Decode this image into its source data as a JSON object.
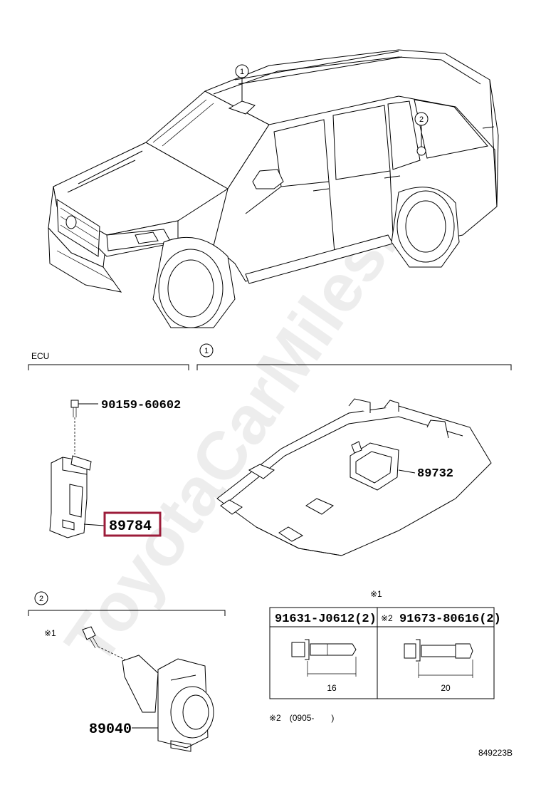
{
  "watermark": "ToyotaCarMiles.ru",
  "sections": {
    "ecu": {
      "label": "ECU"
    },
    "callout_1": {
      "number": "1"
    },
    "callout_2": {
      "number": "2"
    },
    "note_star1": "※1"
  },
  "parts": {
    "bolt_ecu": "90159-60602",
    "ecu": "89784",
    "sensor_roof": "89732",
    "sensor_body": "89040",
    "star1_marker": "※1"
  },
  "table": {
    "col1_part": "91631-J0612(2)",
    "col2_marker": "※2",
    "col2_part": "91673-80616(2)",
    "col1_dim": "16",
    "col2_dim": "20"
  },
  "footnote": "※2　(0905-　　)",
  "diagram_code": "849223B",
  "colors": {
    "highlight": "#9c1c3a",
    "line": "#000000"
  }
}
